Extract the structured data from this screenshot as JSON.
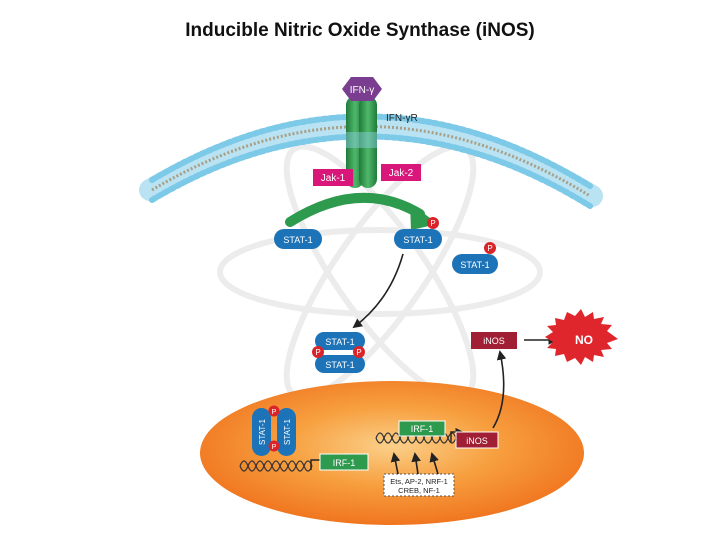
{
  "title": "Inducible Nitric Oxide Synthase (iNOS)",
  "labels": {
    "ifn_gamma": "IFN-γ",
    "ifn_gamma_r": "IFN-γR",
    "jak1": "Jak-1",
    "jak2": "Jak-2",
    "stat1": "STAT-1",
    "phospho": "P",
    "irf1": "IRF-1",
    "inos": "iNOS",
    "no": "NO",
    "tf_line1": "Ets, AP-2, NRF-1",
    "tf_line2": "CREB, NF-1"
  },
  "colors": {
    "membrane": "#8fd2ec",
    "receptor": "#2e9a4e",
    "ifn": "#7a3d8f",
    "jak": "#d9177a",
    "stat": "#1d73b8",
    "phospho": "#d9252a",
    "gene_box": "#2e9a4e",
    "inos_box": "#a01f34",
    "no_burst": "#e0262d",
    "nucleus": "#f47a1f"
  }
}
